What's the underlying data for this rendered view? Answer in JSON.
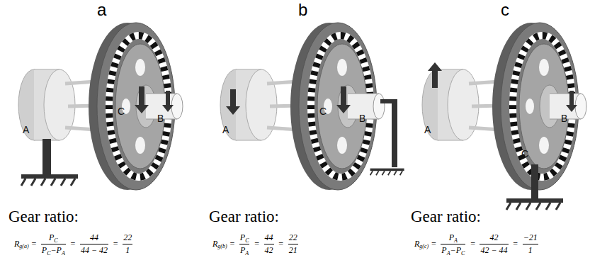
{
  "diagram": {
    "labels": [
      "a",
      "b",
      "c",
      "A",
      "C",
      "B",
      "A",
      "C",
      "B",
      "A",
      "B",
      "C",
      "Gear ratio:",
      "Gear ratio:",
      "Gear ratio:",
      "R",
      "g(a)",
      "=",
      "P",
      "C",
      "P",
      "C",
      "−",
      "P",
      "A",
      "=",
      "44",
      "44 − 42",
      "=",
      "22",
      "1",
      "R",
      "g(b)",
      "=",
      "P",
      "C",
      "P",
      "A",
      "=",
      "44",
      "42",
      "=",
      "22",
      "21",
      "R",
      "g(c)",
      "=",
      "P",
      "A",
      "P",
      "A",
      "−",
      "P",
      "C",
      "=",
      "42",
      "42 − 44",
      "=",
      "−21",
      "1"
    ]
  }
}
